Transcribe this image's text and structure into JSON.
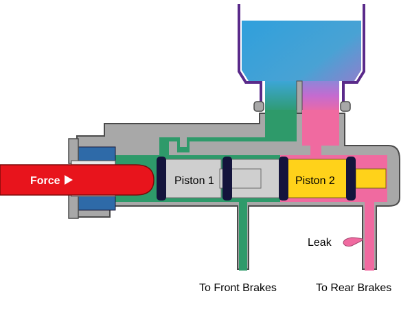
{
  "labels": {
    "force": "Force",
    "piston1": "Piston 1",
    "piston2": "Piston 2",
    "leak": "Leak",
    "front_brakes": "To Front Brakes",
    "rear_brakes": "To Rear Brakes"
  },
  "colors": {
    "housing": "#a8a8a8",
    "housing_stroke": "#4a4a4a",
    "fluid_green": "#2e9a6a",
    "fluid_pink": "#f06aa0",
    "fluid_blue": "#3aa0d8",
    "reservoir_outline": "#5a2a8a",
    "piston1": "#cfcfcf",
    "piston2": "#ffd21a",
    "seal": "#14143c",
    "rubber_boot": "#2e6aa8",
    "force_rod": "#e8141c",
    "text": "#000000",
    "text_on_red": "#ffffff"
  }
}
